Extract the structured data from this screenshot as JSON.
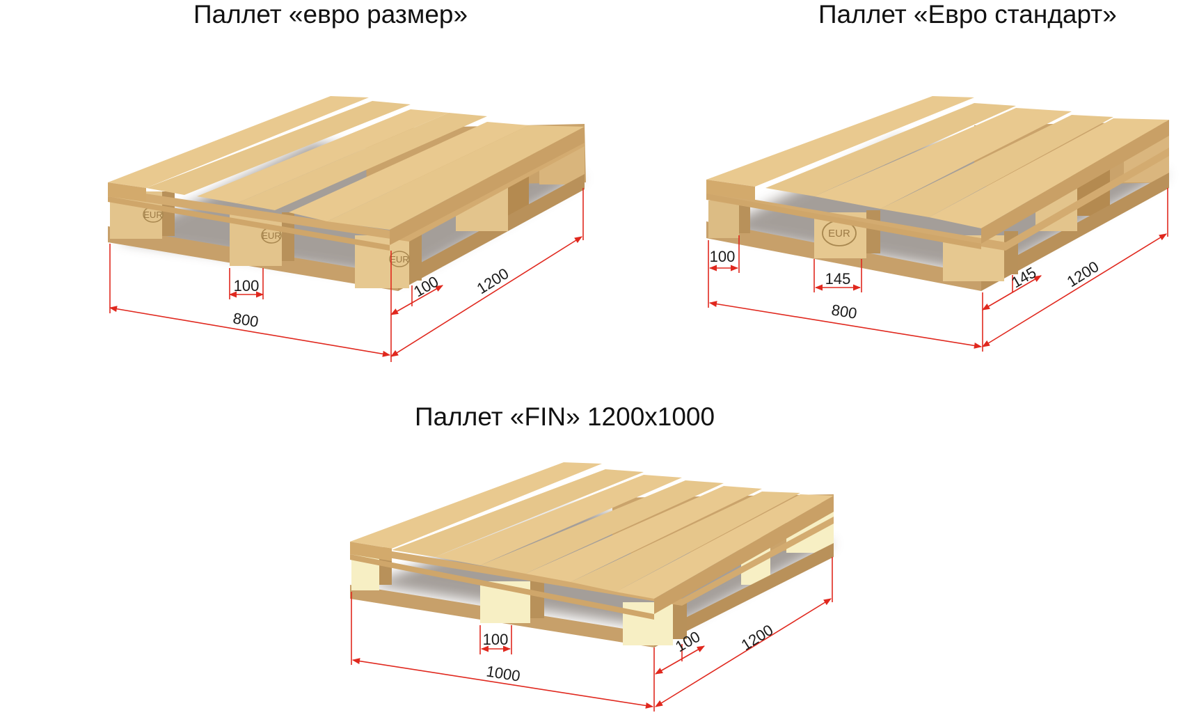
{
  "pallets": [
    {
      "title": "Паллет «евро размер»",
      "block_label": "EUR",
      "dims": {
        "block": "100",
        "width": "800",
        "side": "100",
        "length": "1200"
      }
    },
    {
      "title": "Паллет «Евро стандарт»",
      "block_label": "EUR",
      "dims": {
        "edge": "100",
        "block": "145",
        "width": "800",
        "side": "145",
        "length": "1200"
      }
    },
    {
      "title": "Паллет «FIN» 1200x1000",
      "dims": {
        "block": "100",
        "width": "1000",
        "side": "100",
        "length": "1200"
      }
    }
  ],
  "colors": {
    "wood_top": "#e8c68c",
    "wood_front": "#d8b074",
    "wood_dark": "#b48a50",
    "block_light": "#f3dfb0",
    "block_fin": "#f7efc4",
    "shadow": "#5a5046",
    "dimension": "#e0281e"
  }
}
